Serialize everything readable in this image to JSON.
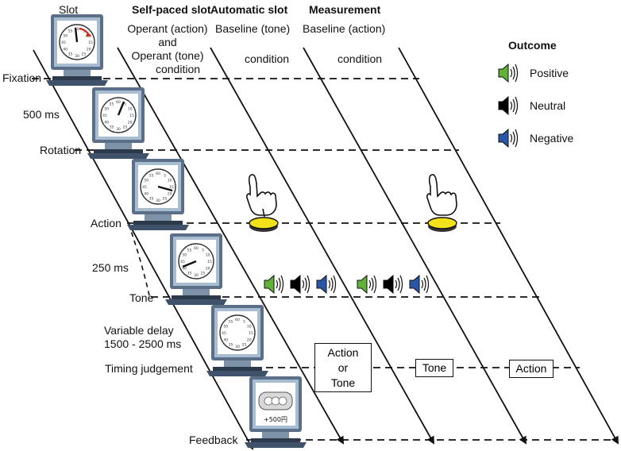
{
  "headers": {
    "slot": "Slot",
    "self_paced": "Self-paced slot",
    "automatic": "Automatic slot",
    "measurement": "Measurement"
  },
  "subheaders": {
    "self_paced_line1": "Operant (action)",
    "self_paced_line2": "and",
    "self_paced_line3": "Operant (tone)",
    "self_paced_line4": "condition",
    "automatic_line1": "Baseline (tone)",
    "automatic_line2": "condition",
    "measurement_line1": "Baseline (action)",
    "measurement_line2": "condition"
  },
  "events": {
    "fixation": "Fixation",
    "ms500": "500 ms",
    "rotation": "Rotation",
    "action": "Action",
    "ms250": "250 ms",
    "tone": "Tone",
    "delay_line1": "Variable delay",
    "delay_line2": "1500 - 2500 ms",
    "timing": "Timing judgement",
    "feedback": "Feedback"
  },
  "boxes": {
    "action_or_tone_1": "Action",
    "action_or_tone_2": "or",
    "action_or_tone_3": "Tone",
    "tone": "Tone",
    "action": "Action"
  },
  "legend": {
    "title": "Outcome",
    "positive": "Positive",
    "neutral": "Neutral",
    "negative": "Negative"
  },
  "feedback_screen": {
    "reward": "+500円"
  },
  "clock_labels": [
    "60",
    "5",
    "10",
    "15",
    "20",
    "25",
    "30",
    "35",
    "40",
    "45",
    "50",
    "55"
  ],
  "colors": {
    "positive": "#5fb13a",
    "neutral": "#000000",
    "negative": "#2a56a8",
    "button": "#f2e21a",
    "monitor_frame": "#5b7088",
    "monitor_body": "#a8bdd0",
    "clock_hand_red": "#d03020"
  }
}
